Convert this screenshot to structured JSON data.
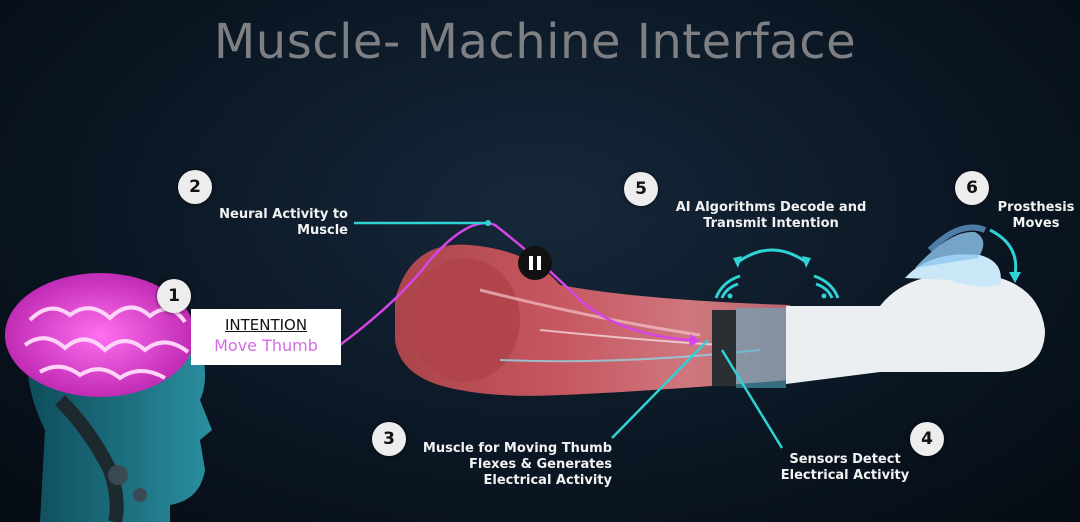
{
  "title": "Muscle- Machine Interface",
  "steps": [
    {
      "num": "1"
    },
    {
      "num": "2",
      "label_line1": "Neural Activity to",
      "label_line2": "Muscle"
    },
    {
      "num": "3",
      "label_line1": "Muscle for Moving Thumb",
      "label_line2": "Flexes & Generates",
      "label_line3": "Electrical Activity"
    },
    {
      "num": "4",
      "label_line1": "Sensors Detect",
      "label_line2": "Electrical Activity"
    },
    {
      "num": "5",
      "label_line1": "AI Algorithms Decode and",
      "label_line2": "Transmit Intention"
    },
    {
      "num": "6",
      "label_line1": "Prosthesis",
      "label_line2": "Moves"
    }
  ],
  "intention": {
    "heading": "INTENTION",
    "action": "Move Thumb"
  },
  "colors": {
    "accent_cyan": "#2fd3d6",
    "accent_magenta": "#d845e6",
    "brain_pink": "#e33fd6"
  },
  "icons": [
    "brain",
    "head",
    "arm-muscle",
    "sensor-band",
    "wifi-signal",
    "prosthetic-hand",
    "pause-icon"
  ]
}
